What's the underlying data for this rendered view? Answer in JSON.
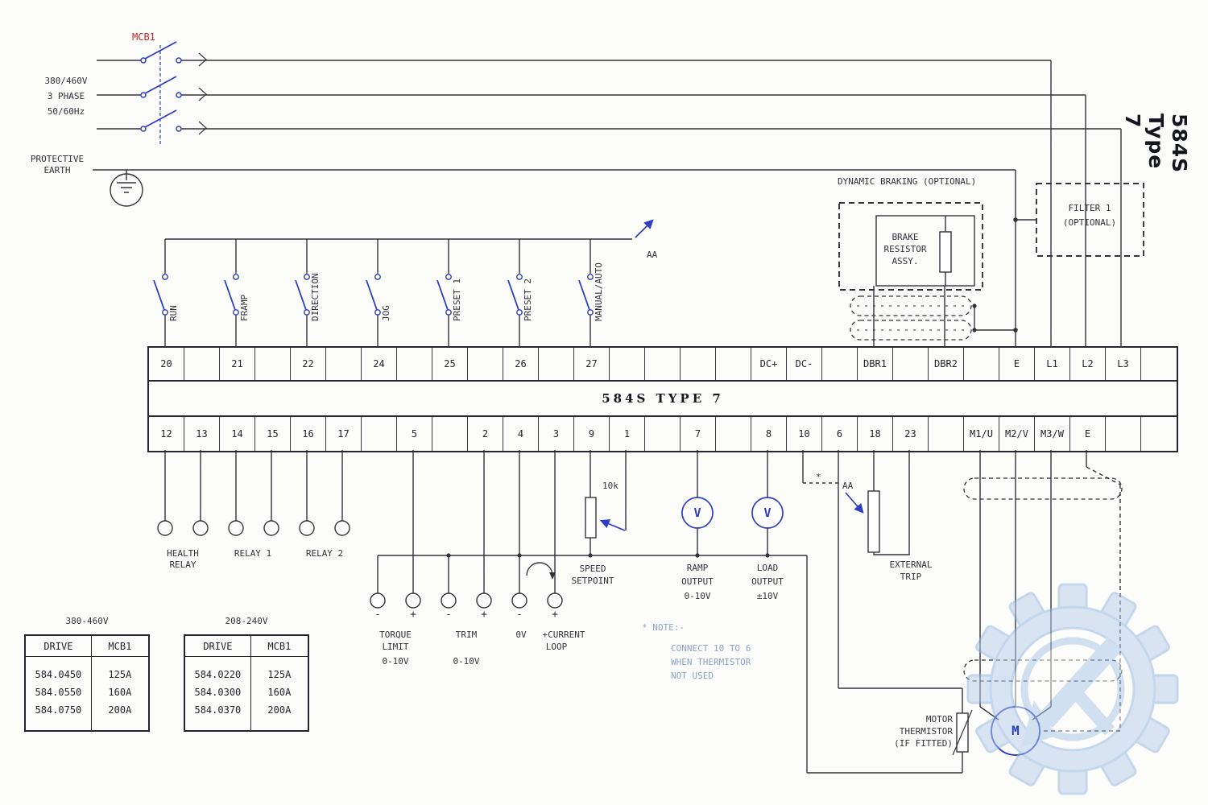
{
  "side_title": "584S Type 7",
  "supply": {
    "mcb_label": "MCB1",
    "voltage": "380/460V",
    "phase": "3 PHASE",
    "frequency": "50/60Hz",
    "earth_label_1": "PROTECTIVE",
    "earth_label_2": "EARTH"
  },
  "control": {
    "switches": [
      "RUN",
      "FRAMP",
      "DIRECTION",
      "JOG",
      "PRESET 1",
      "PRESET 2",
      "MANUAL/AUTO"
    ],
    "bus_tag": "AA"
  },
  "terminal_block": {
    "title": "584S TYPE 7",
    "top_row": [
      "20",
      "",
      "21",
      "",
      "22",
      "",
      "24",
      "",
      "25",
      "",
      "26",
      "",
      "27",
      "",
      "",
      "",
      "",
      "DC+",
      "DC-",
      "",
      "DBR1",
      "",
      "DBR2",
      "",
      "E",
      "L1",
      "L2",
      "L3",
      ""
    ],
    "bottom_row": [
      "12",
      "13",
      "14",
      "15",
      "16",
      "17",
      "",
      "5",
      "",
      "2",
      "4",
      "3",
      "9",
      "1",
      "",
      "7",
      "",
      "8",
      "10",
      "6",
      "18",
      "23",
      "",
      "M1/U",
      "M2/V",
      "M3/W",
      "E",
      "",
      ""
    ]
  },
  "relays": {
    "health_line1": "HEALTH",
    "health_line2": "RELAY",
    "relay1": "RELAY 1",
    "relay2": "RELAY 2"
  },
  "analog_inputs": {
    "signs": [
      "-",
      "+",
      "-",
      "+",
      "-",
      "+"
    ],
    "torque_l1": "TORQUE",
    "torque_l2": "LIMIT",
    "torque_range": "0-10V",
    "trim_label": "TRIM",
    "trim_range": "0-10V",
    "zero_volt": "0V",
    "current_l1": "+CURRENT",
    "current_l2": "LOOP",
    "pot_value": "10k",
    "setpoint_l1": "SPEED",
    "setpoint_l2": "SETPOINT"
  },
  "outputs": {
    "ramp_l1": "RAMP",
    "ramp_l2": "OUTPUT",
    "ramp_range": "0-10V",
    "load_l1": "LOAD",
    "load_l2": "OUTPUT",
    "load_range": "±10V",
    "meter_symbol": "V"
  },
  "external_trip": {
    "tag": "AA",
    "l1": "EXTERNAL",
    "l2": "TRIP"
  },
  "note": {
    "marker": "*",
    "title": "* NOTE:-",
    "line1": "CONNECT 10 TO 6",
    "line2": "WHEN THERMISTOR",
    "line3": "NOT USED"
  },
  "dynamic_braking": {
    "title": "DYNAMIC BRAKING (OPTIONAL)",
    "resistor_l1": "BRAKE",
    "resistor_l2": "RESISTOR",
    "resistor_l3": "ASSY."
  },
  "filter": {
    "l1": "FILTER 1",
    "l2": "(OPTIONAL)"
  },
  "motor": {
    "symbol": "M",
    "thermistor_l1": "MOTOR",
    "thermistor_l2": "THERMISTOR",
    "thermistor_l3": "(IF FITTED)"
  },
  "tables": [
    {
      "caption": "380-460V",
      "col1": "DRIVE",
      "col2": "MCB1",
      "drives": [
        "584.0450",
        "584.0550",
        "584.0750"
      ],
      "mcbs": [
        "125A",
        "160A",
        "200A"
      ]
    },
    {
      "caption": "208-240V",
      "col1": "DRIVE",
      "col2": "MCB1",
      "drives": [
        "584.0220",
        "584.0300",
        "584.0370"
      ],
      "mcbs": [
        "125A",
        "160A",
        "200A"
      ]
    }
  ],
  "colors": {
    "wire": "#33333d",
    "accent_blue": "#2e3ec2",
    "mcb_red": "#c4242b",
    "note_faded": "#8fa3c8",
    "watermark": "#b7cdec"
  }
}
